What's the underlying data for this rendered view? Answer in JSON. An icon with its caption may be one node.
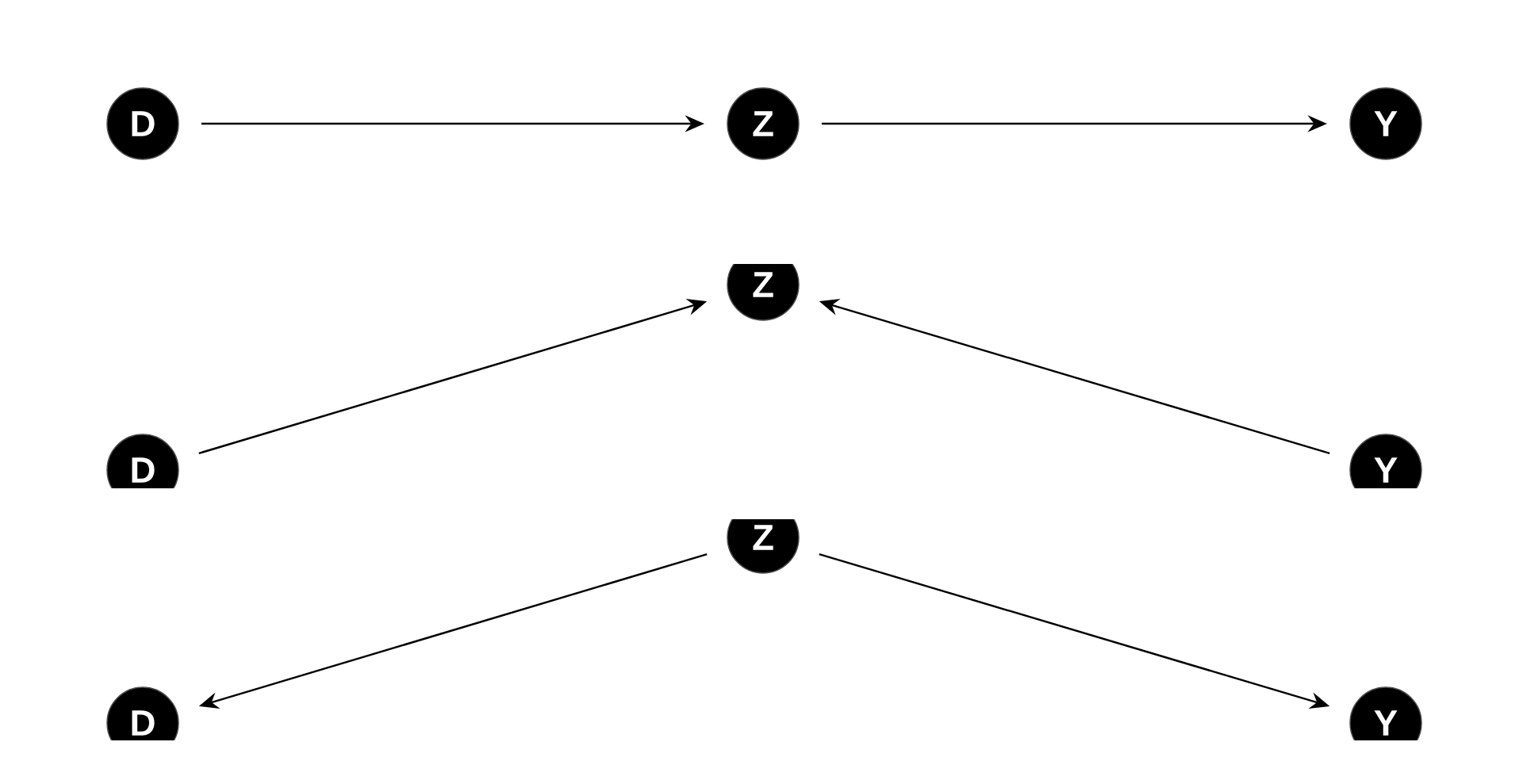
{
  "diagram": {
    "nodes": [
      {
        "text": [
          "D"
        ]
      },
      {
        "text": [
          "Z"
        ]
      },
      {
        "text": [
          "Y"
        ]
      },
      {
        "text": [
          "Z"
        ]
      },
      {
        "text": [
          "D"
        ]
      },
      {
        "text": [
          "Y"
        ]
      },
      {
        "text": [
          "Z"
        ]
      },
      {
        "text": [
          "D"
        ]
      },
      {
        "text": [
          "Y"
        ]
      }
    ],
    "edges": [
      {
        "from": 0,
        "to": 1,
        "arrow": "to"
      },
      {
        "from": 1,
        "to": 2,
        "arrow": "to"
      },
      {
        "from": 4,
        "to": 3,
        "arrow": "to"
      },
      {
        "from": 5,
        "to": 3,
        "arrow": "to"
      },
      {
        "from": 6,
        "to": 7,
        "arrow": "to"
      },
      {
        "from": 6,
        "to": 8,
        "arrow": "to"
      }
    ]
  }
}
